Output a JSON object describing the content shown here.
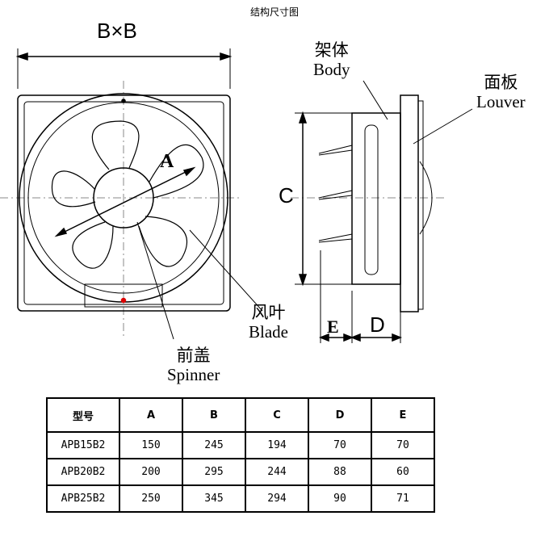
{
  "title": "结构尺寸图",
  "labels": {
    "bxb": "B×B",
    "a": "A",
    "c": "C",
    "d": "D",
    "e": "E",
    "body_cn": "架体",
    "body_en": "Body",
    "louver_cn": "面板",
    "louver_en": "Louver",
    "blade_cn": "风叶",
    "blade_en": "Blade",
    "spinner_cn": "前盖",
    "spinner_en": "Spinner"
  },
  "table": {
    "headers": [
      "型号",
      "A",
      "B",
      "C",
      "D",
      "E"
    ],
    "rows": [
      [
        "APB15B2",
        "150",
        "245",
        "194",
        "70",
        "70"
      ],
      [
        "APB20B2",
        "200",
        "295",
        "244",
        "88",
        "60"
      ],
      [
        "APB25B2",
        "250",
        "345",
        "294",
        "90",
        "71"
      ]
    ]
  }
}
